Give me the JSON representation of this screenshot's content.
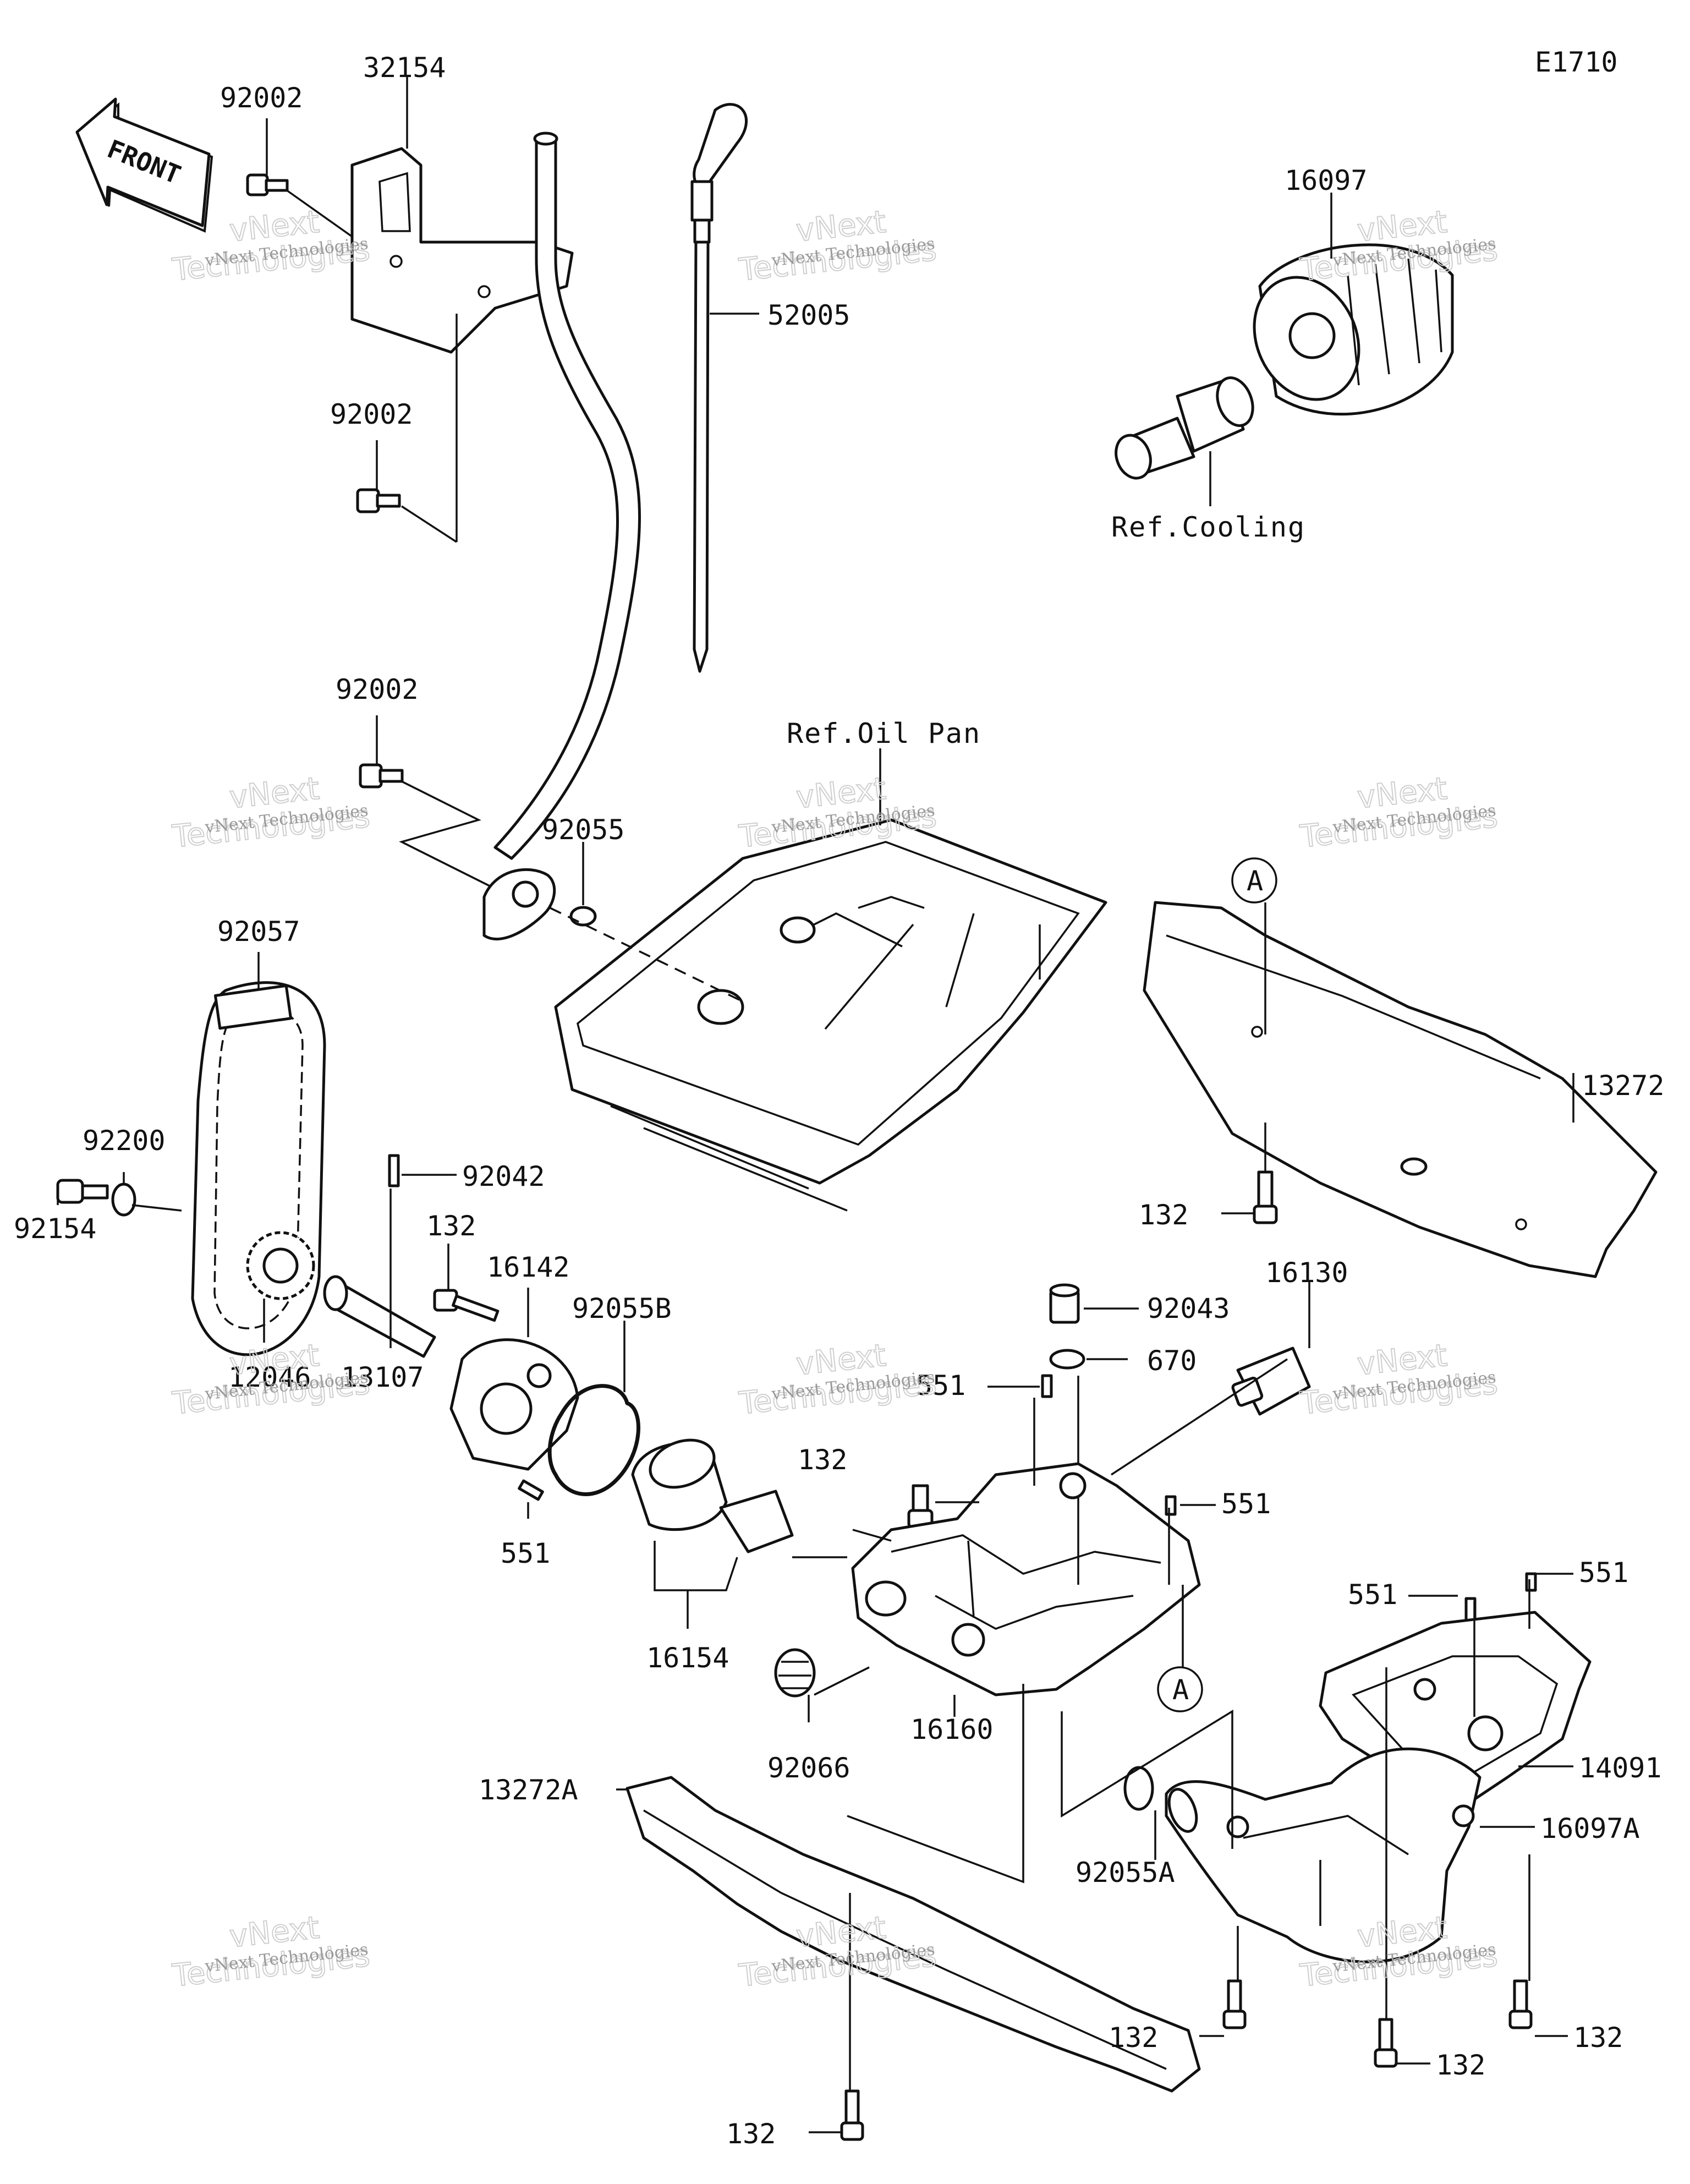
{
  "diagram_code": "E1710",
  "front_label": "FRONT",
  "refs": {
    "cooling": "Ref.Cooling",
    "oil_pan": "Ref.Oil Pan"
  },
  "markers": {
    "a": "A"
  },
  "watermark": {
    "line1": "vNext Technologies",
    "line2": "vNext",
    "line3": "Technologies"
  },
  "parts": [
    {
      "id": "p1",
      "label": "92002"
    },
    {
      "id": "p2",
      "label": "32154"
    },
    {
      "id": "p3",
      "label": "92002"
    },
    {
      "id": "p4",
      "label": "92002"
    },
    {
      "id": "p5",
      "label": "52005"
    },
    {
      "id": "p6",
      "label": "16097"
    },
    {
      "id": "p7",
      "label": "92055"
    },
    {
      "id": "p8",
      "label": "92057"
    },
    {
      "id": "p9",
      "label": "92200"
    },
    {
      "id": "p10",
      "label": "92154"
    },
    {
      "id": "p11",
      "label": "92042"
    },
    {
      "id": "p12",
      "label": "132"
    },
    {
      "id": "p13",
      "label": "16142"
    },
    {
      "id": "p14",
      "label": "92055B"
    },
    {
      "id": "p15",
      "label": "12046"
    },
    {
      "id": "p16",
      "label": "13107"
    },
    {
      "id": "p17",
      "label": "551"
    },
    {
      "id": "p18",
      "label": "16154"
    },
    {
      "id": "p19",
      "label": "13272"
    },
    {
      "id": "p20",
      "label": "132"
    },
    {
      "id": "p21",
      "label": "16130"
    },
    {
      "id": "p22",
      "label": "92043"
    },
    {
      "id": "p23",
      "label": "670"
    },
    {
      "id": "p24",
      "label": "551"
    },
    {
      "id": "p25",
      "label": "132"
    },
    {
      "id": "p26",
      "label": "551"
    },
    {
      "id": "p27",
      "label": "92066"
    },
    {
      "id": "p28",
      "label": "16160"
    },
    {
      "id": "p29",
      "label": "551"
    },
    {
      "id": "p30",
      "label": "551"
    },
    {
      "id": "p31",
      "label": "14091"
    },
    {
      "id": "p32",
      "label": "13272A"
    },
    {
      "id": "p33",
      "label": "92055A"
    },
    {
      "id": "p34",
      "label": "16097A"
    },
    {
      "id": "p35",
      "label": "132"
    },
    {
      "id": "p36",
      "label": "132"
    },
    {
      "id": "p37",
      "label": "132"
    },
    {
      "id": "p38",
      "label": "132"
    }
  ]
}
